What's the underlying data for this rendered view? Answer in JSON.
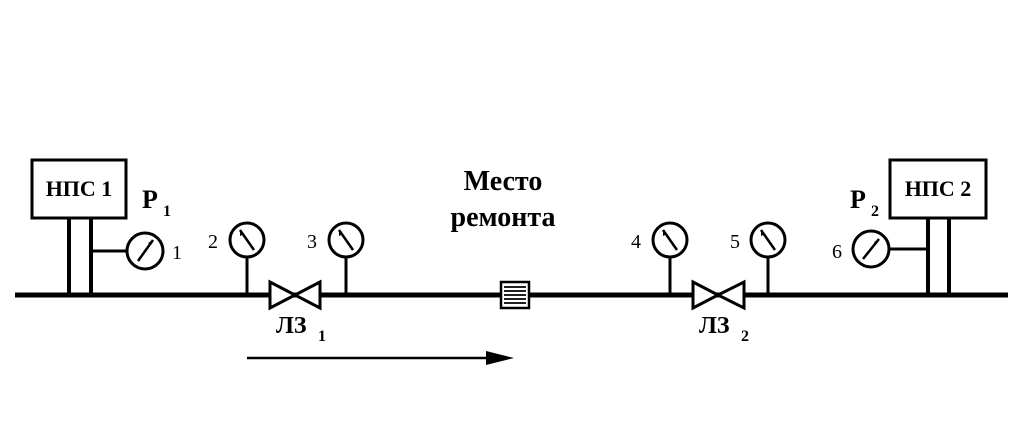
{
  "stations": {
    "left": {
      "label": "НПС 1"
    },
    "right": {
      "label": "НПС 2"
    }
  },
  "pressure": {
    "p1": {
      "symbol": "P",
      "sub": "1"
    },
    "p2": {
      "symbol": "P",
      "sub": "2"
    }
  },
  "gauges": [
    "1",
    "2",
    "3",
    "4",
    "5",
    "6"
  ],
  "valves": {
    "v1": {
      "label": "ЛЗ",
      "sub": "1"
    },
    "v2": {
      "label": "ЛЗ",
      "sub": "2"
    }
  },
  "repair": {
    "line1": "Место",
    "line2": "ремонта"
  }
}
